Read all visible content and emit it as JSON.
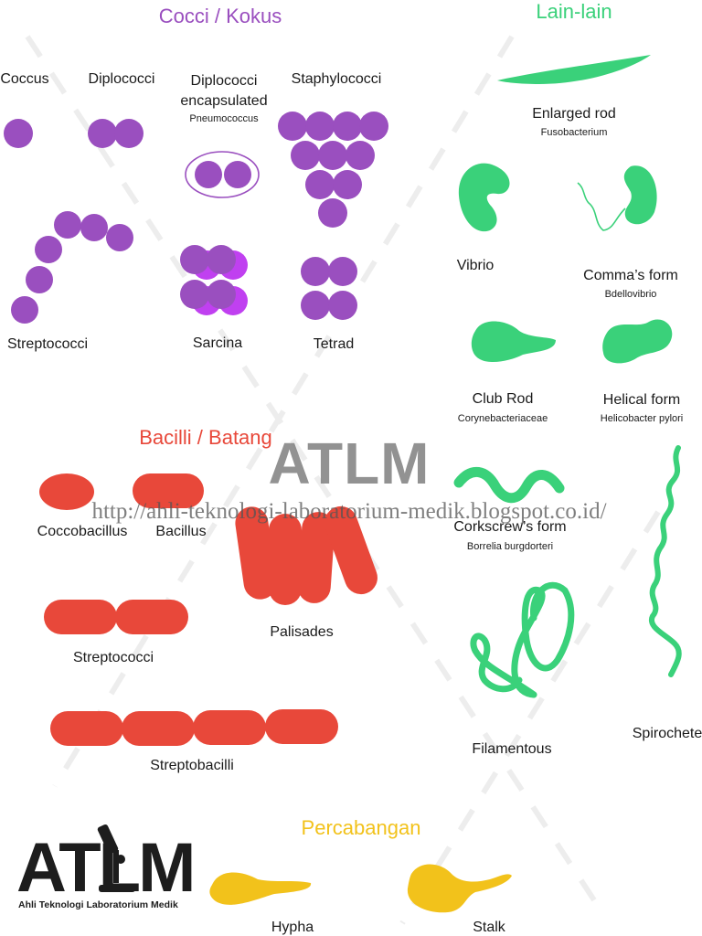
{
  "colors": {
    "cocci": "#9a4fbf",
    "cocci_highlight": "#c040f0",
    "bacilli": "#e8483a",
    "other": "#3ad17a",
    "branching": "#f2c21b",
    "watermark": "#7f7f7f"
  },
  "sections": {
    "cocci": "Cocci / Kokus",
    "bacilli": "Bacilli / Batang",
    "other": "Lain-lain",
    "branching": "Percabangan"
  },
  "watermark": {
    "title": "ATLM",
    "url": "http://ahli-teknologi-laboratorium-medik.blogspot.co.id/"
  },
  "logo": {
    "text": "ATLM",
    "tagline": "Ahli Teknologi Laboratorium Medik"
  },
  "cocci": {
    "coccus": "Coccus",
    "diplococci": "Diplococci",
    "diplococci_encapsulated": "Diplococci\nencapsulated",
    "pneumococcus": "Pneumococcus",
    "staphylococci": "Staphylococci",
    "streptococci": "Streptococci",
    "sarcina": "Sarcina",
    "tetrad": "Tetrad"
  },
  "bacilli": {
    "coccobacillus": "Coccobacillus",
    "bacillus": "Bacillus",
    "palisades": "Palisades",
    "streptococci": "Streptococci",
    "streptobacilli": "Streptobacilli"
  },
  "other": {
    "enlarged_rod": "Enlarged rod",
    "fusobacterium": "Fusobacterium",
    "vibrio": "Vibrio",
    "commas_form": "Comma’s form",
    "bdellovibrio": "Bdellovibrio",
    "club_rod": "Club Rod",
    "corynebacteriaceae": "Corynebacteriaceae",
    "helical_form": "Helical form",
    "helicobacter_pylori": "Helicobacter pylori",
    "corkscrews_form": "Corkscrew’s form",
    "borrelia_burgdorferi": "Borrelia burgdorteri",
    "filamentous": "Filamentous",
    "spirochete": "Spirochete"
  },
  "branching": {
    "hypha": "Hypha",
    "stalk": "Stalk"
  }
}
